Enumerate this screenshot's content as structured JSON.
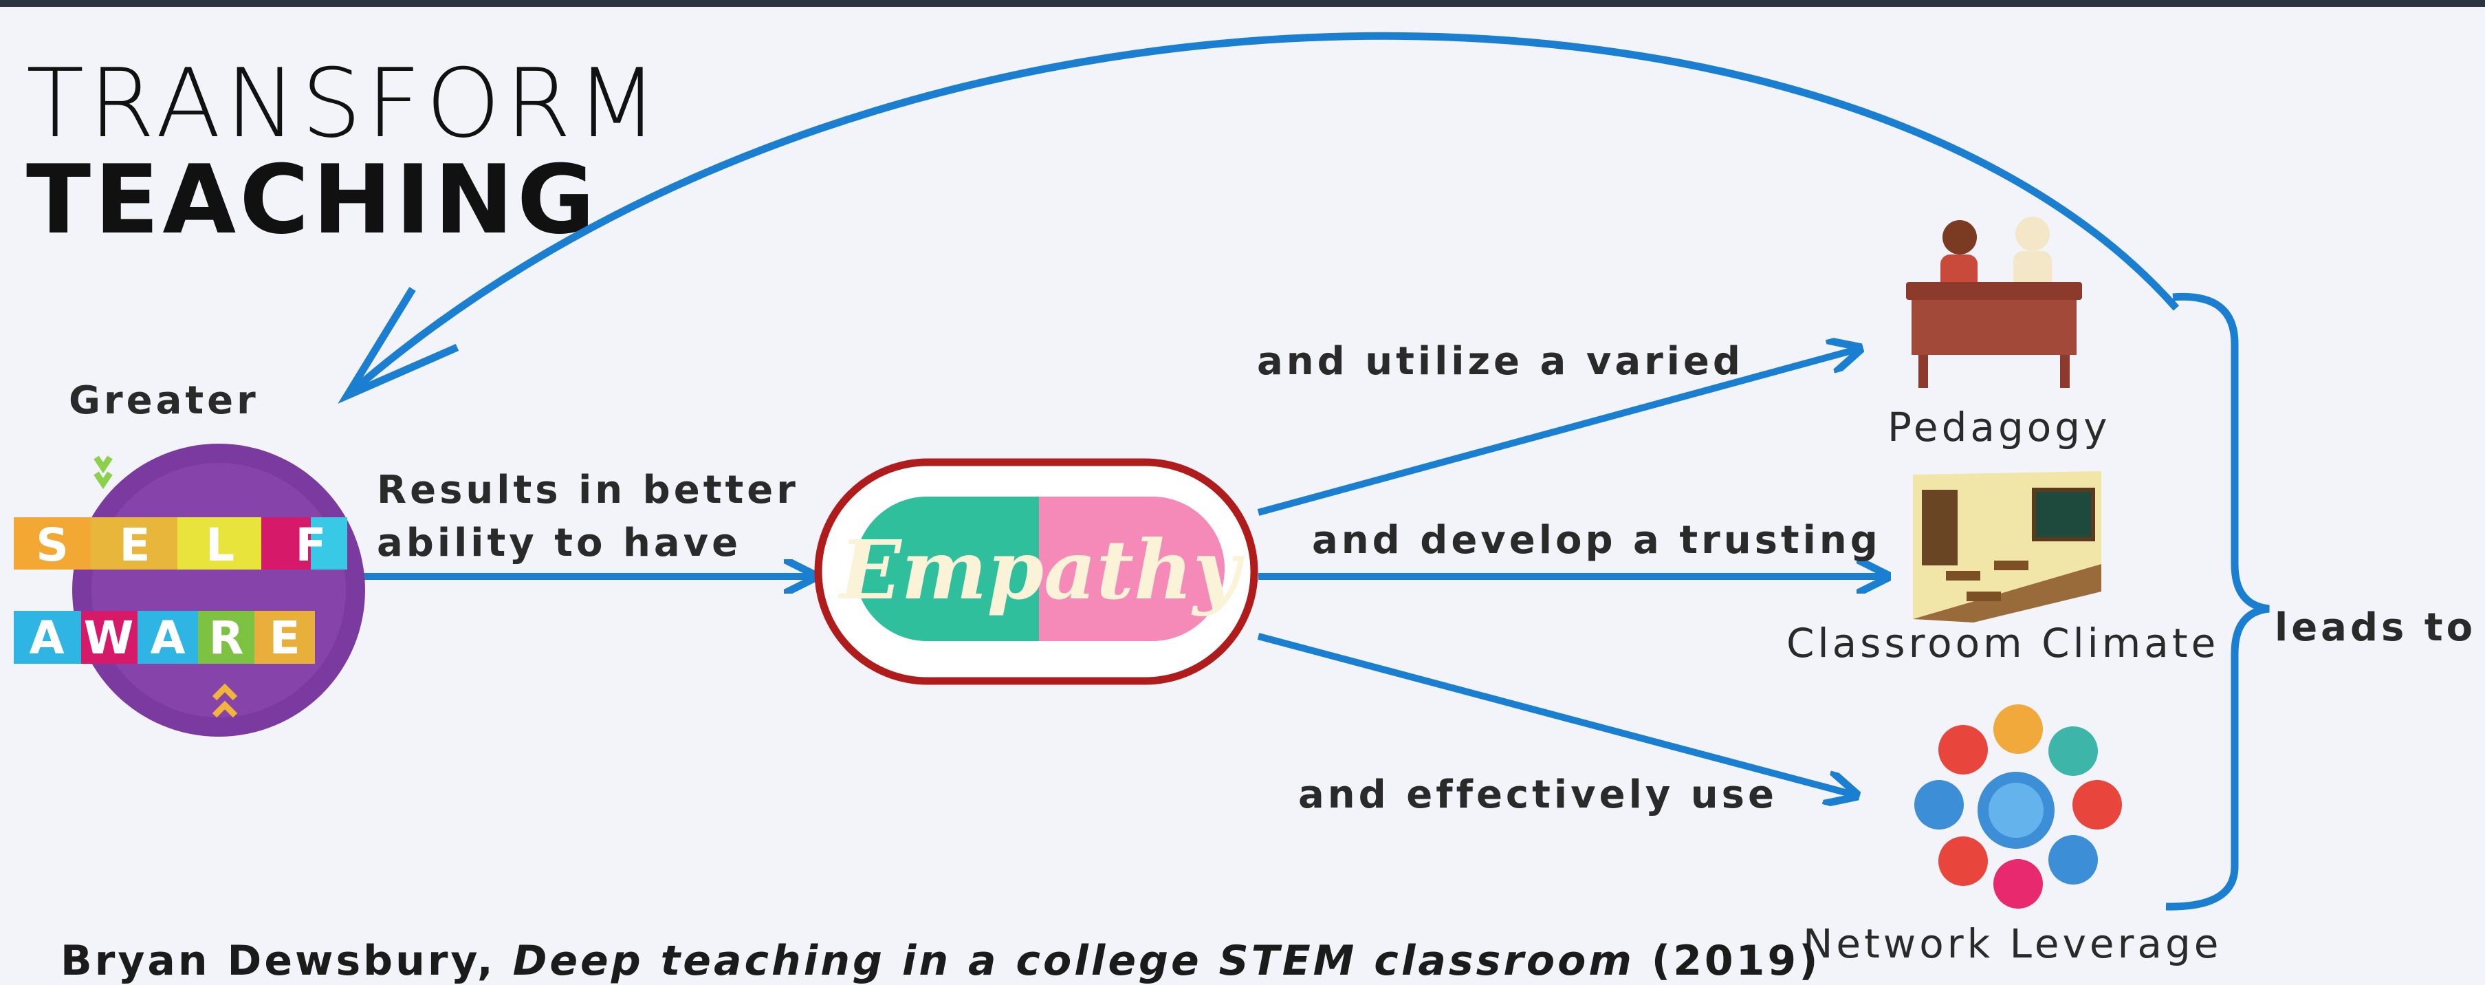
{
  "title": {
    "line1": "TRANSFORM",
    "line2": "TEACHING"
  },
  "labels": {
    "greater": "Greater",
    "results_line1": "Results in better",
    "results_line2": "ability to have",
    "utilize": "and utilize a varied",
    "trusting": "and develop a trusting",
    "effectively": "and effectively use",
    "leads_to": "leads to"
  },
  "self_aware": {
    "row1": [
      "S",
      "E",
      "L",
      "F"
    ],
    "row2": [
      "A",
      "W",
      "A",
      "R",
      "E"
    ]
  },
  "empathy_pill": {
    "text": "Empathy",
    "left_color": "#2fbf9d",
    "right_color": "#f58ab9",
    "border_color": "#b01c1c"
  },
  "outcomes": {
    "pedagogy": "Pedagogy",
    "climate": "Classroom Climate",
    "network": "Network Leverage"
  },
  "citation": {
    "author": "Bryan Dewsbury,",
    "work": "Deep teaching in a college STEM classroom",
    "year": "(2019)"
  },
  "colors": {
    "arrow": "#1a7fd1",
    "background": "#f3f4fa",
    "title": "#111111"
  }
}
